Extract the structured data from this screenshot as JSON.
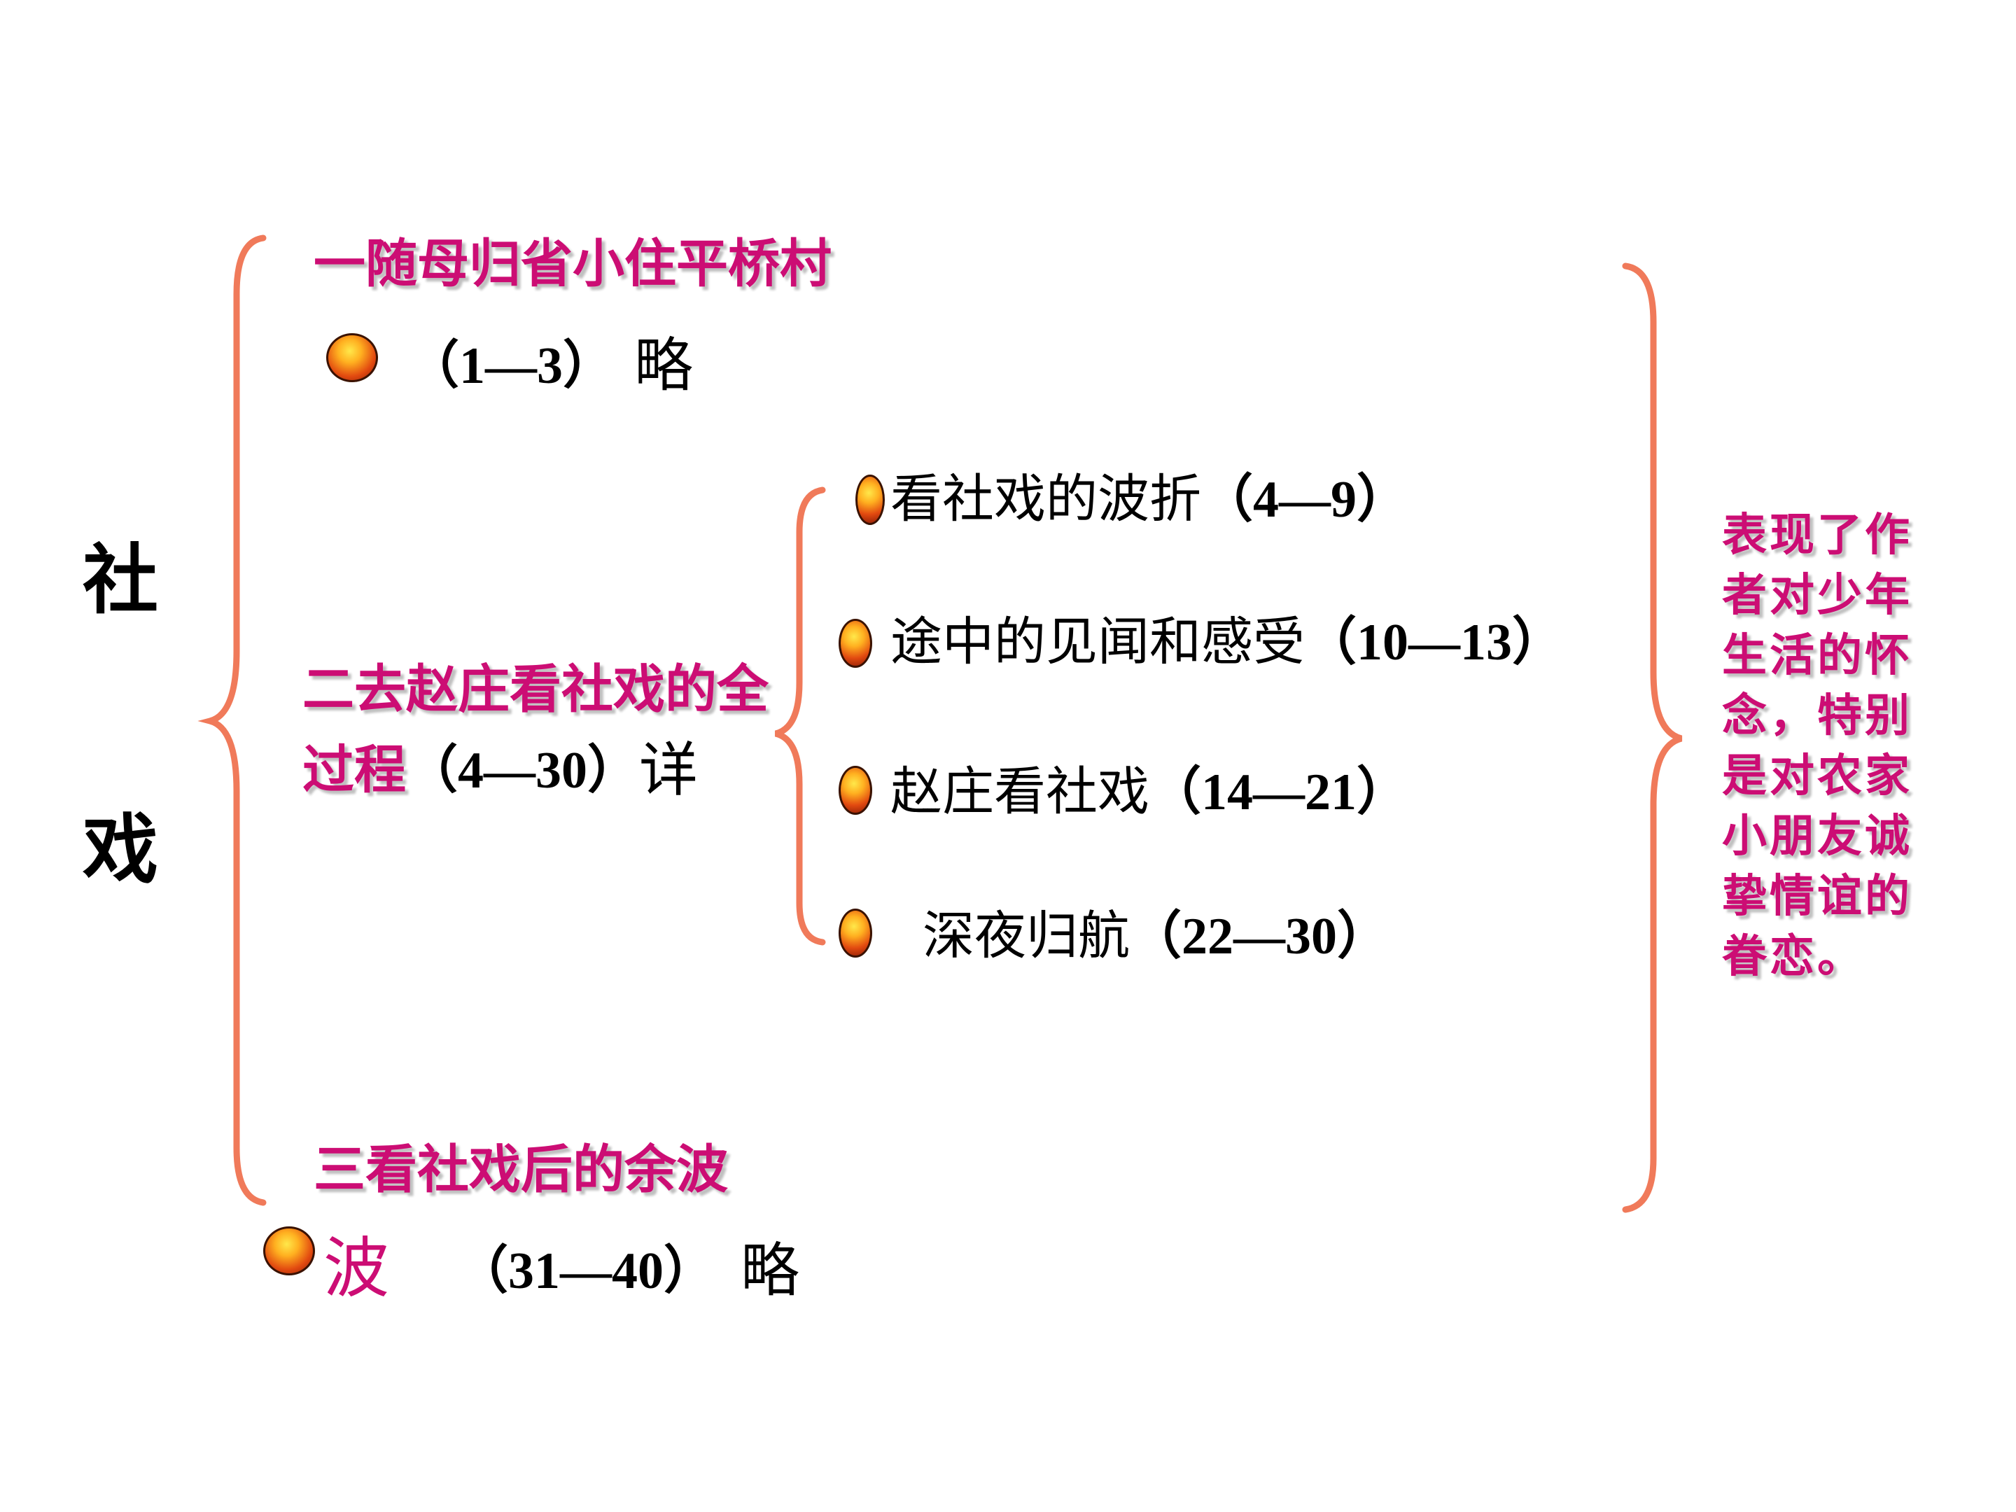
{
  "title": {
    "char1": "社",
    "char2": "戏"
  },
  "sections": [
    {
      "title": "一随母归省小住平桥村",
      "range": "（1—3）",
      "note": "略"
    },
    {
      "title_line1": "二去赵庄看社戏的全",
      "title_line2": "过程",
      "range": "（4—30）",
      "note": "详"
    },
    {
      "title": "三看社戏后的余波",
      "tail": "波",
      "range": "（31—40）",
      "note": "略"
    }
  ],
  "details": [
    {
      "text": "看社戏的波折",
      "range": "（4—9）"
    },
    {
      "text": "途中的见闻和感受",
      "range": "（10—13）"
    },
    {
      "text": "赵庄看社戏",
      "range": "（14—21）"
    },
    {
      "text": "深夜归航",
      "range": "（22—30）"
    }
  ],
  "summary": "表现了作者对少年生活的怀念，特别是对农家小朋友诚挚情谊的眷恋。",
  "colors": {
    "brace": "#f07a5a",
    "accent": "#cc0d74",
    "text": "#000000"
  }
}
